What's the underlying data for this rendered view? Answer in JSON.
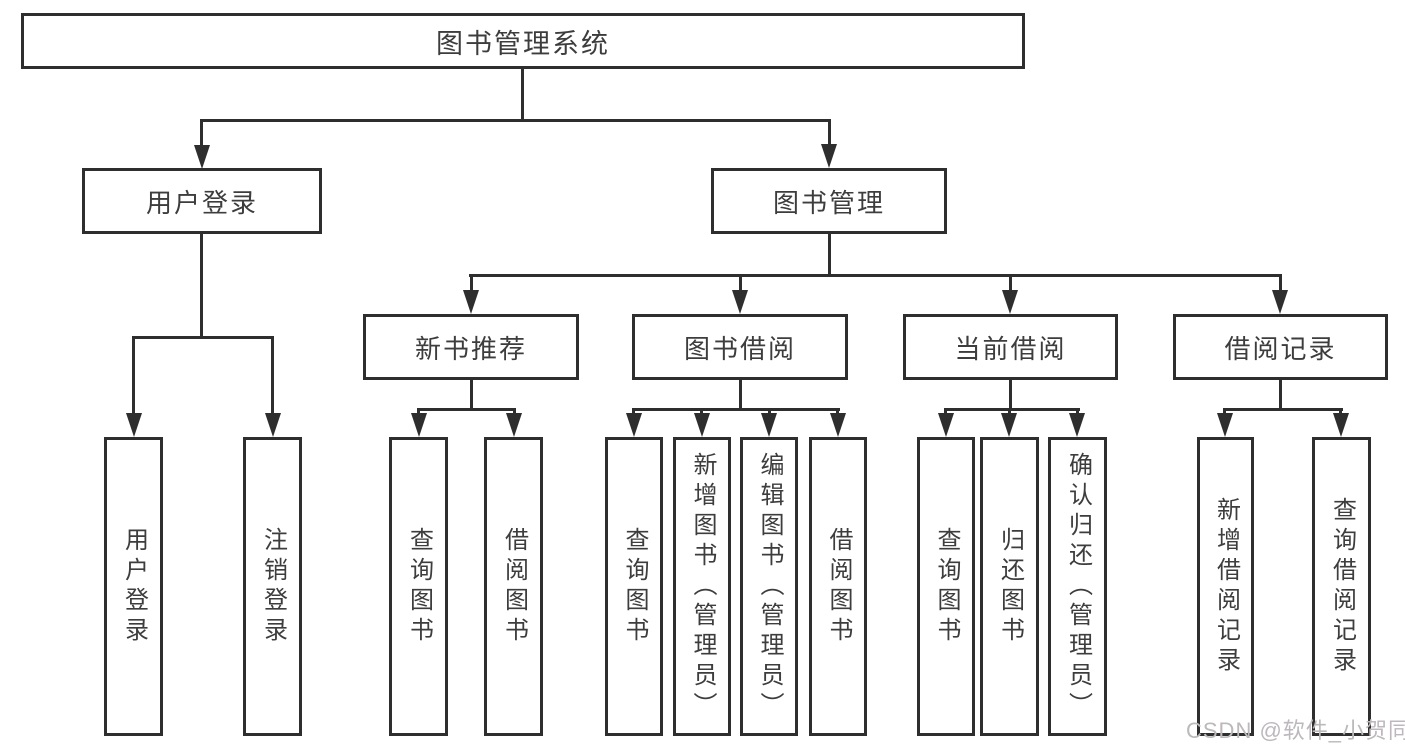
{
  "tree": {
    "root": {
      "label": "图书管理系统",
      "children": [
        {
          "label": "用户登录",
          "children": [
            {
              "label": "用户登录"
            },
            {
              "label": "注销登录"
            }
          ]
        },
        {
          "label": "图书管理",
          "children": [
            {
              "label": "新书推荐",
              "children": [
                {
                  "label": "查询图书"
                },
                {
                  "label": "借阅图书"
                }
              ]
            },
            {
              "label": "图书借阅",
              "children": [
                {
                  "label": "查询图书"
                },
                {
                  "label": "新增图书（管理员）"
                },
                {
                  "label": "编辑图书（管理员）"
                },
                {
                  "label": "借阅图书"
                }
              ]
            },
            {
              "label": "当前借阅",
              "children": [
                {
                  "label": "查询图书"
                },
                {
                  "label": "归还图书"
                },
                {
                  "label": "确认归还（管理员）"
                }
              ]
            },
            {
              "label": "借阅记录",
              "children": [
                {
                  "label": "新增借阅记录"
                },
                {
                  "label": "查询借阅记录"
                }
              ]
            }
          ]
        }
      ]
    }
  },
  "watermark": {
    "text": "CSDN @软件_小贺同学"
  },
  "colors": {
    "line": "#2e2e2e",
    "node_border": "#2e2e2e",
    "text": "#3d3d3d",
    "background": "#ffffff",
    "watermark": "#bcb8bc"
  }
}
